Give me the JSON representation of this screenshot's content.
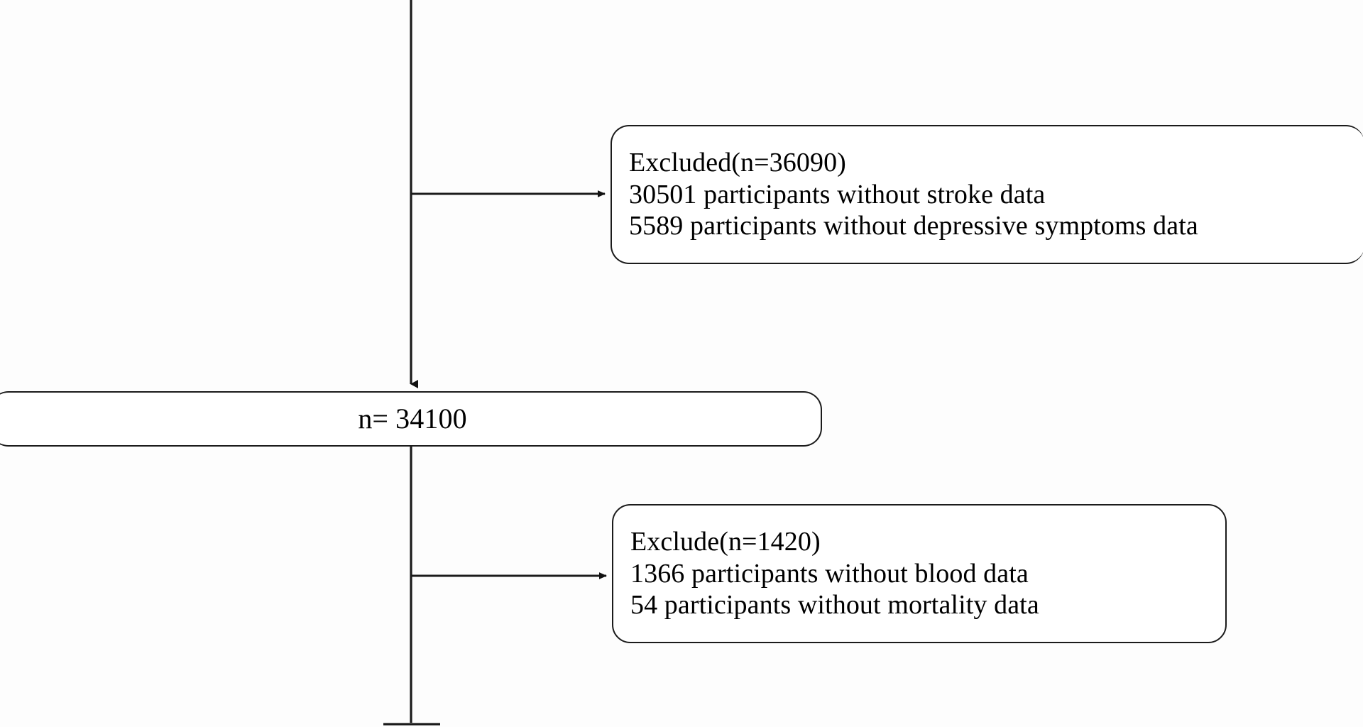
{
  "figure": {
    "type": "flowchart",
    "orientation": "vertical-spine-with-right-branches",
    "background_color": "#fdfdfd",
    "line_color": "#1b1b1b",
    "text_color": "#000000"
  },
  "nodes": {
    "excluded_1": {
      "name": "excluded-box-top",
      "lines": [
        "Excluded(n=36090)",
        "30501 participants without stroke data",
        "5589 participants without depressive symptoms data"
      ]
    },
    "cohort": {
      "name": "cohort-box",
      "lines": [
        "n= 34100"
      ]
    },
    "excluded_2": {
      "name": "excluded-box-bottom",
      "lines": [
        "Exclude(n=1420)",
        "1366 participants without blood data",
        "54 participants without mortality data"
      ]
    }
  },
  "edges": [
    {
      "name": "spine-top-to-branch-1",
      "kind": "vertical-line",
      "from": "top-of-figure",
      "to": "cohort-box"
    },
    {
      "name": "branch-arrow-to-excluded-1",
      "kind": "horizontal-arrow",
      "from": "spine",
      "to": "excluded_1"
    },
    {
      "name": "arrow-into-cohort",
      "kind": "vertical-arrow",
      "from": "spine",
      "to": "cohort"
    },
    {
      "name": "spine-cohort-to-bottom",
      "kind": "vertical-line",
      "from": "cohort",
      "to": "bottom-of-figure"
    },
    {
      "name": "branch-arrow-to-excluded-2",
      "kind": "horizontal-arrow",
      "from": "spine",
      "to": "excluded_2"
    }
  ]
}
